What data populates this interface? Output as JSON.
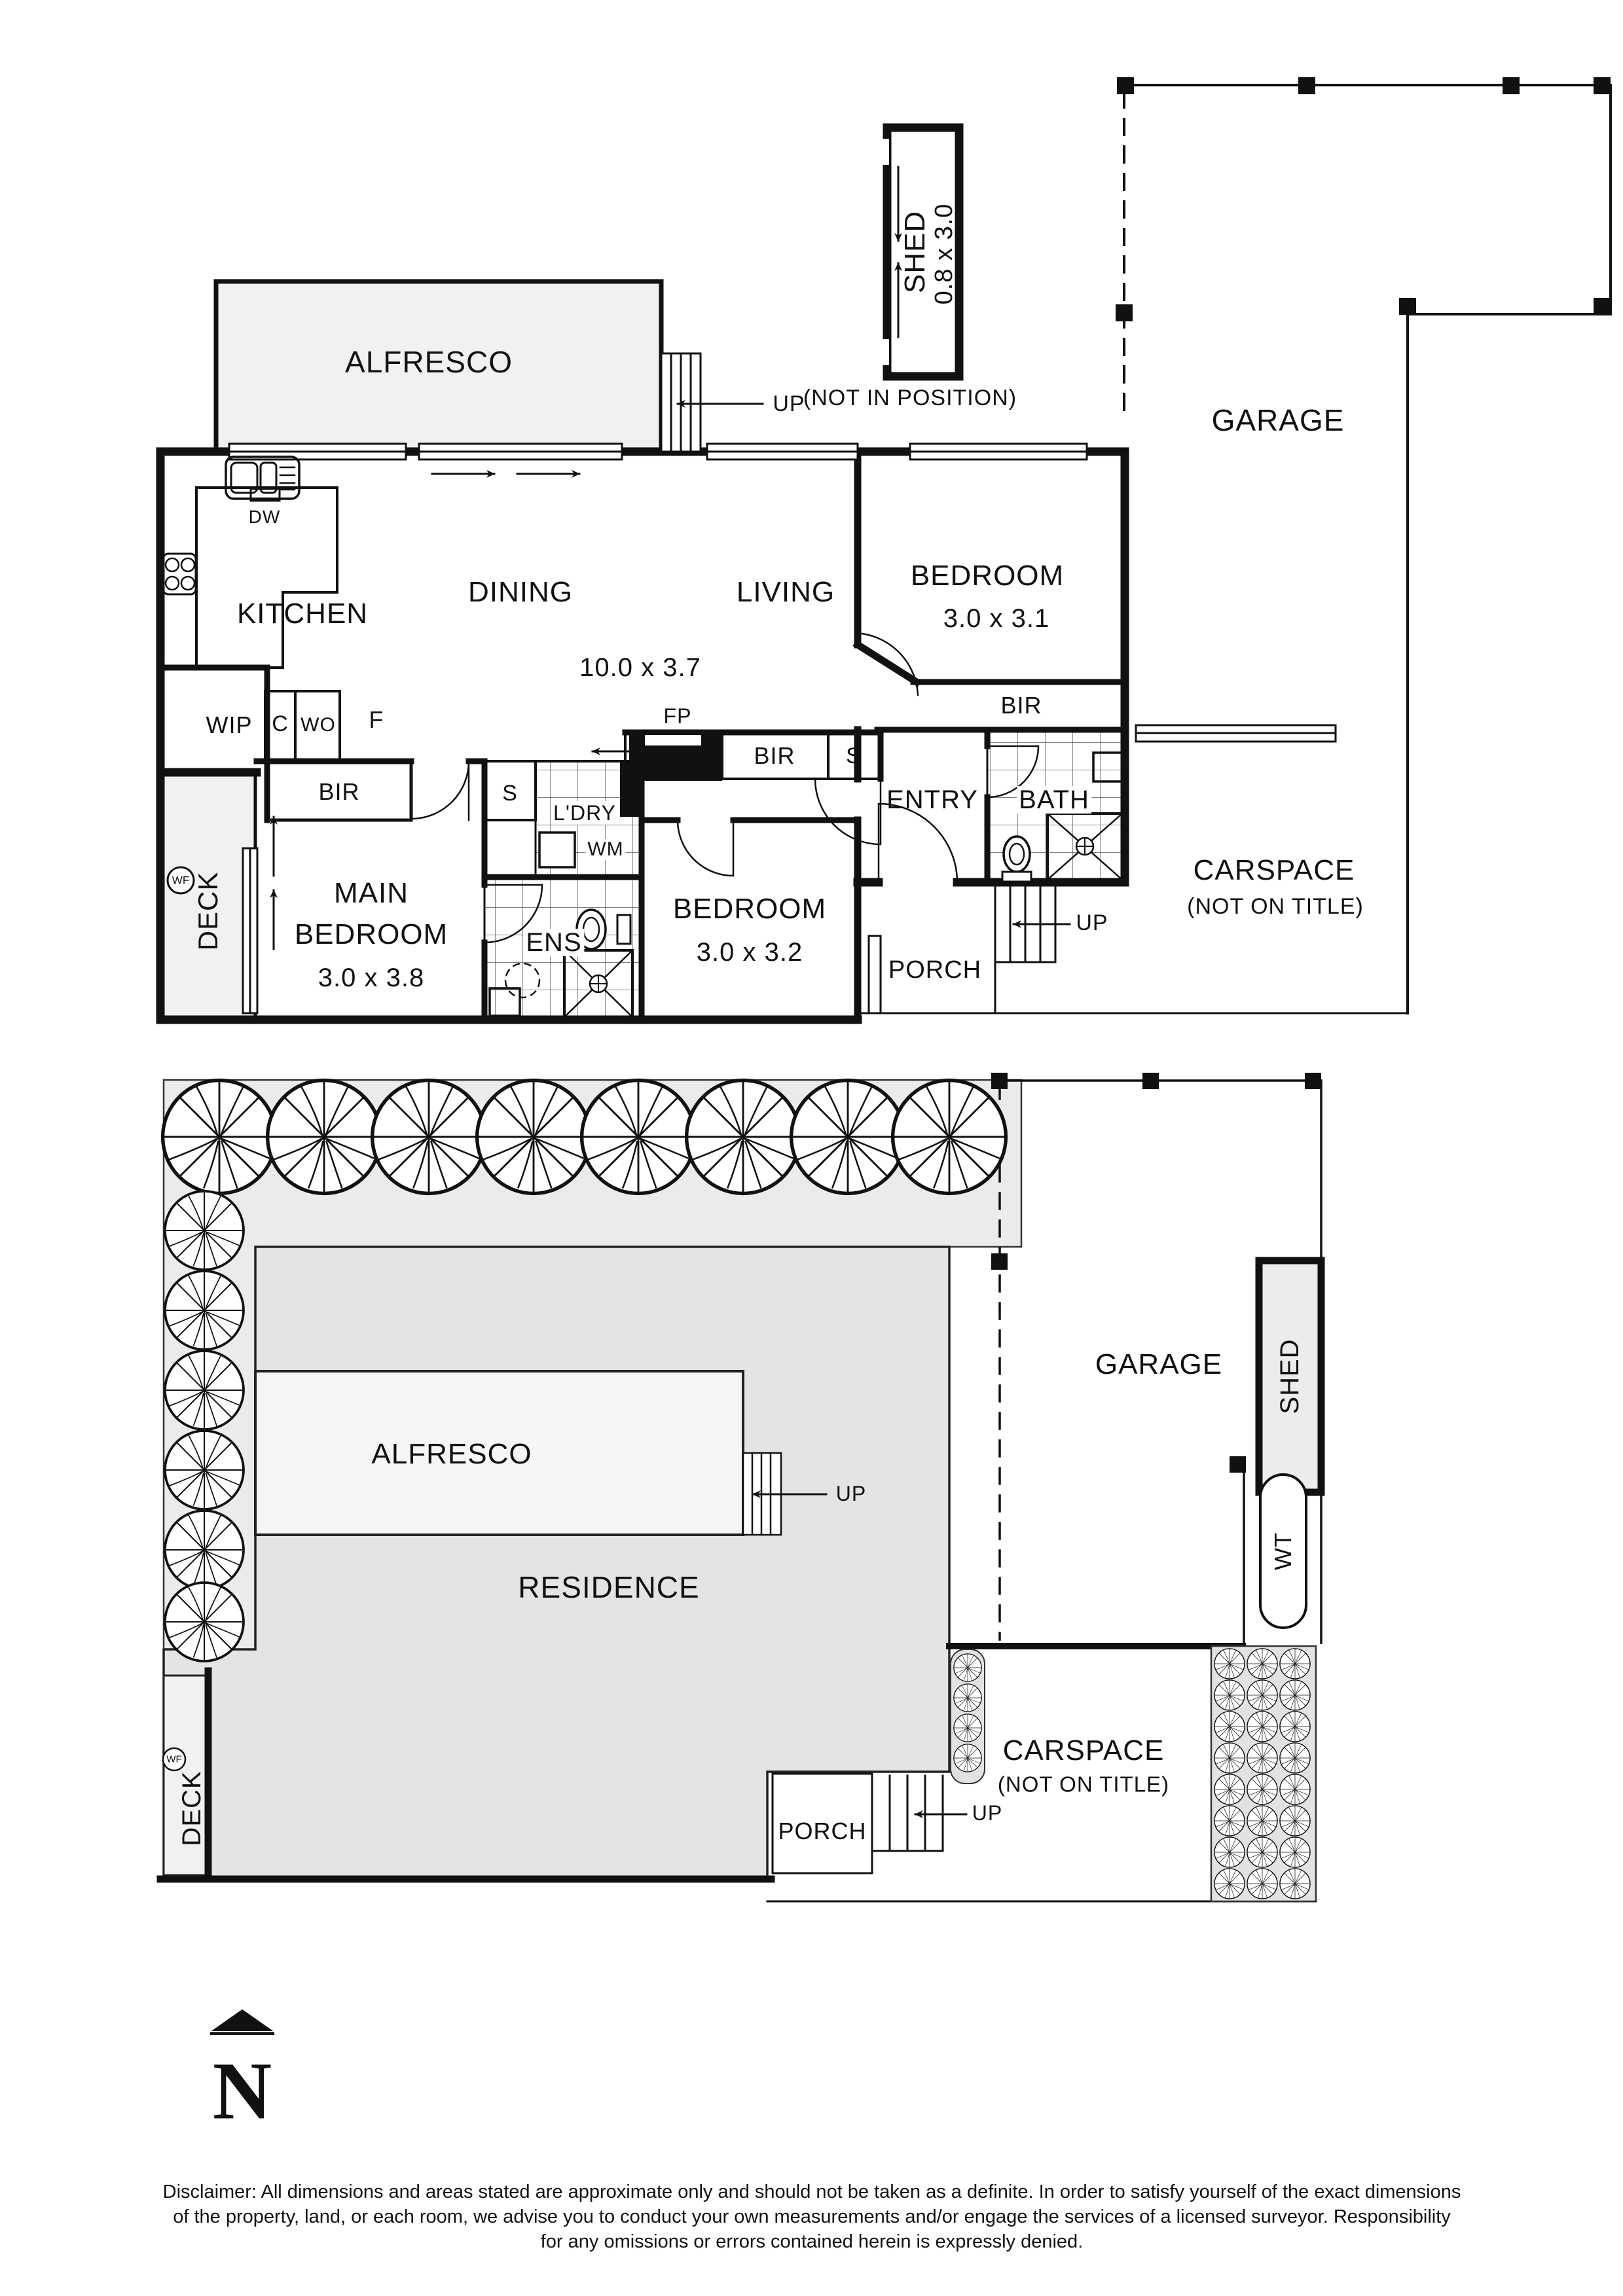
{
  "fp": {
    "alfresco": "ALFRESCO",
    "kitchen": "KITCHEN",
    "dining": "DINING",
    "living": "LIVING",
    "living_dims": "10.0 x 3.7",
    "bedroom": "BEDROOM",
    "bedroom1_dims": "3.0 x 3.1",
    "bedroom2_dims": "3.0 x 3.2",
    "main": "MAIN",
    "main_dims": "3.0 x 3.8",
    "entry": "ENTRY",
    "bath": "BATH",
    "ens": "ENS",
    "ldry": "L'DRY",
    "porch": "PORCH",
    "deck": "DECK",
    "garage": "GARAGE",
    "carspace": "CARSPACE",
    "not_on_title": "(NOT ON TITLE)",
    "shed": "SHED",
    "shed_dims": "0.8 x 3.0",
    "shed_note": "(NOT IN POSITION)",
    "bir": "BIR",
    "wip": "WIP",
    "c": "C",
    "wo": "WO",
    "f": "F",
    "s": "S",
    "dw": "DW",
    "wm": "WM",
    "fp": "FP",
    "wf": "WF",
    "up": "UP"
  },
  "site": {
    "residence": "RESIDENCE",
    "alfresco": "ALFRESCO",
    "garage": "GARAGE",
    "shed": "SHED",
    "wt": "WT",
    "deck": "DECK",
    "wf": "WF",
    "porch": "PORCH",
    "carspace": "CARSPACE",
    "not_on_title": "(NOT ON TITLE)",
    "up": "UP"
  },
  "compass": {
    "north": "N"
  },
  "disclaimer": {
    "line1": "Disclaimer: All dimensions and areas stated are approximate only and should not be taken as a definite. In order to satisfy yourself of the exact dimensions",
    "line2": "of the property, land, or each room, we advise you to conduct your own measurements and/or engage the services of a licensed surveyor. Responsibility",
    "line3": "for any omissions or errors contained herein is expressly denied."
  }
}
